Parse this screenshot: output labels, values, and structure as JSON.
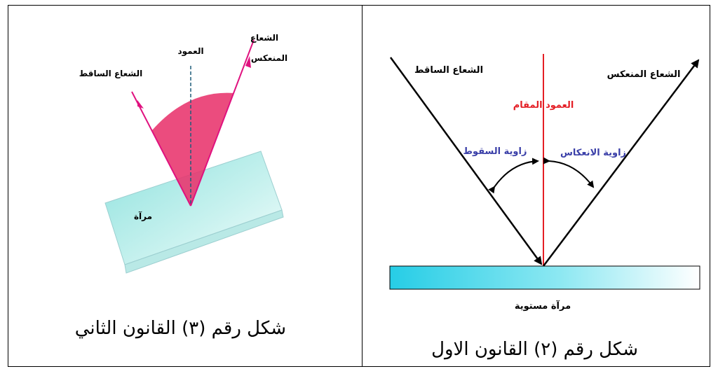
{
  "left_panel": {
    "caption": "شكل رقم (٣) القانون الثاني",
    "labels": {
      "normal": "العمود",
      "incident_ray": "الشعاع الساقط",
      "reflected_ray_line1": "الشعاع",
      "reflected_ray_line2": "المنعكس",
      "mirror": "مرآة"
    },
    "colors": {
      "rays": "#e0127f",
      "angle_fill": "#e8336c",
      "mirror": "#9fe6e2",
      "normal": "#1f5d7a"
    }
  },
  "right_panel": {
    "caption": "شكل رقم (٢) القانون الاول",
    "labels": {
      "incident_ray": "الشعاع الساقط",
      "reflected_ray": "الشعاع المنعكس",
      "normal": "العمود المقام",
      "angle_incidence": "زاوية السقوط",
      "angle_reflection": "زاوية الانعكاس",
      "mirror": "مرآة مستوية"
    },
    "colors": {
      "normal": "#e41e25",
      "angle_labels": "#3a3fa8",
      "mirror": "#34d3e6"
    }
  }
}
